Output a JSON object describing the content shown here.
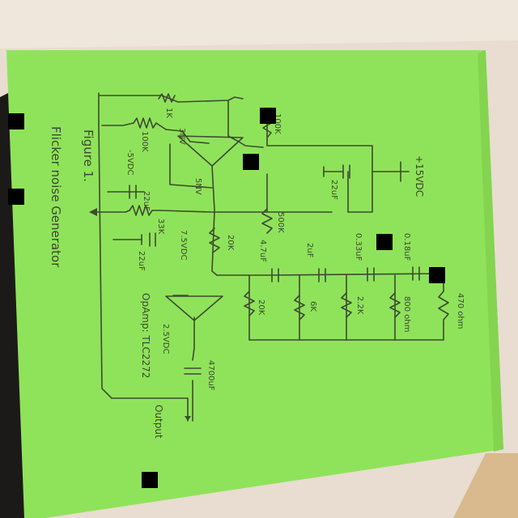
{
  "sheet_color": "#8fe35a",
  "ink_color": "#3d4a30",
  "title": "Figure 1.",
  "subtitle": "Flicker noise Generator",
  "supply": "+15VDC",
  "opamp": "OpAmp: TLC2272",
  "output": "Output",
  "labels": {
    "r1k": "1K",
    "r100k_top": "100K",
    "r100k_left": "100K",
    "neg5vdc": "-5VDC",
    "pin3": "3NV",
    "pin5": "5NV",
    "c22uf_left": "22uF",
    "c22uf_right": "22uF",
    "c22uf_bottom": "22uF",
    "r33k": "33K",
    "v75": "7.5VDC",
    "r20k_a": "20K",
    "r500k": "500K",
    "c47uf": "4.7uF",
    "c2uf": "2uF",
    "c033uf": "0.33uF",
    "c018uf": "0.18uF",
    "r20k_b": "20K",
    "r6k": "6K",
    "r22k": "2.2K",
    "r800": "800 ohm",
    "r470": "470 ohm",
    "v25": "2.5VDC",
    "c4700uf": "4700uF"
  }
}
